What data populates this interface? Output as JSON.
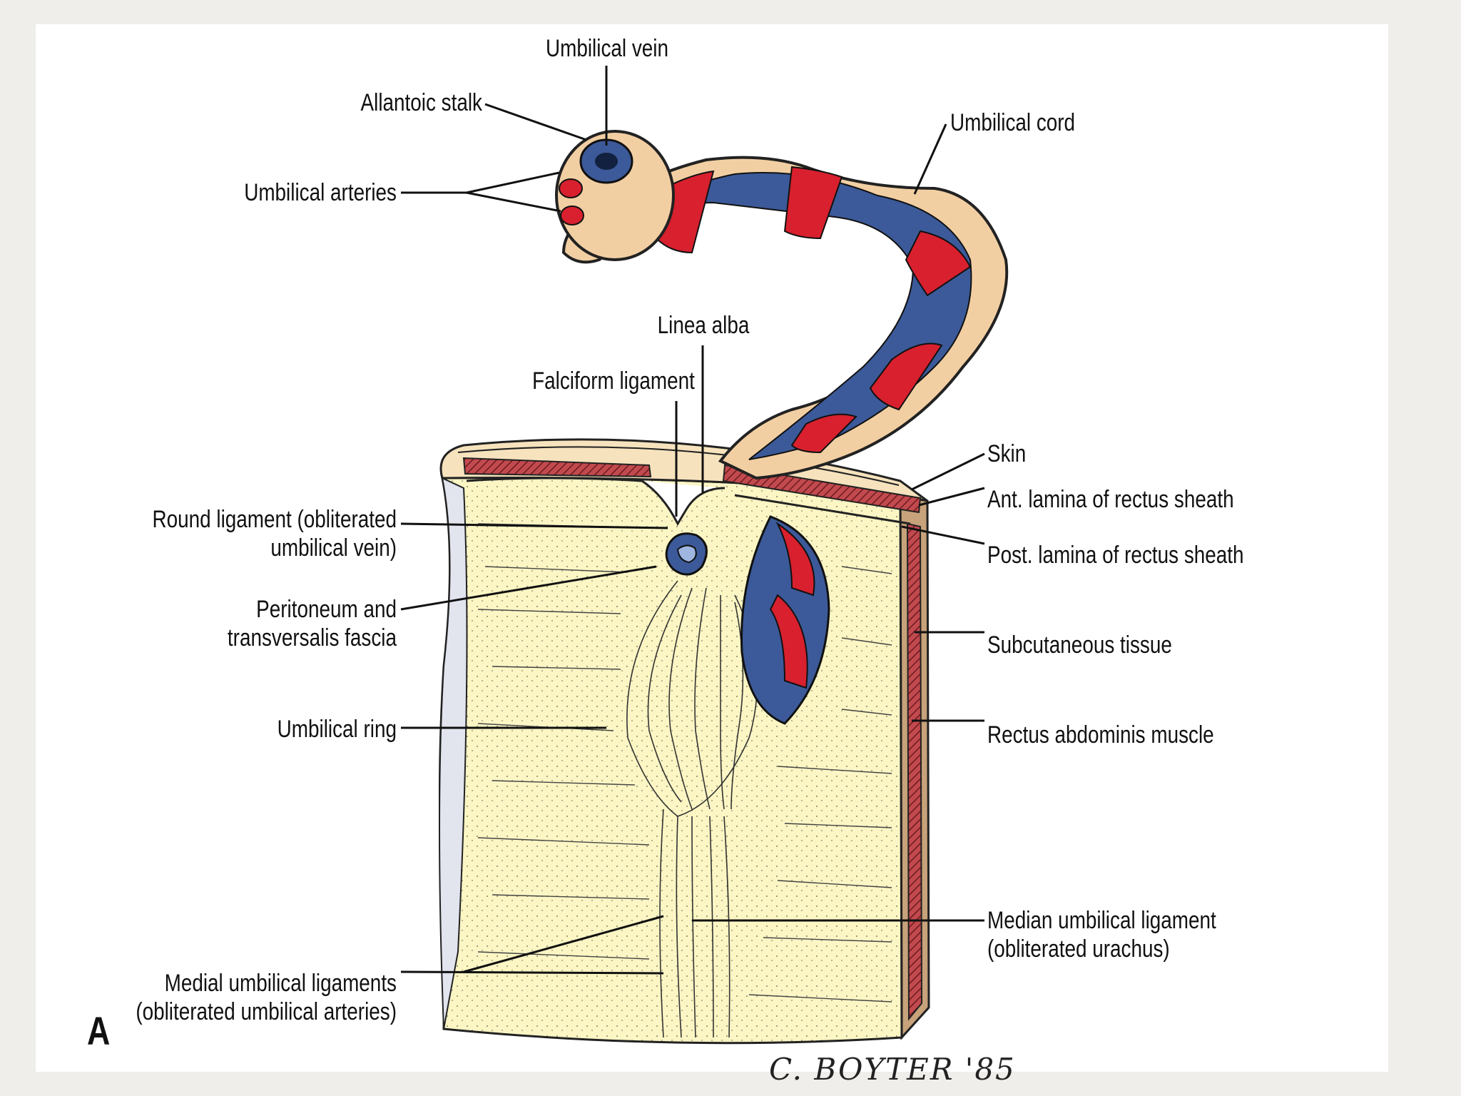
{
  "colors": {
    "artery_red": "#d8202e",
    "vein_blue": "#3c5a99",
    "wall_yellow": "#fbf6c4",
    "skin_tan": "#f2cfa3",
    "muscle_red": "#b9333a"
  },
  "panel_letter": "A",
  "signature": "C. BOYTER '85",
  "labels": {
    "umbilical_vein": "Umbilical vein",
    "allantoic_stalk": "Allantoic stalk",
    "umbilical_arteries": "Umbilical arteries",
    "umbilical_cord": "Umbilical cord",
    "linea_alba": "Linea alba",
    "falciform_ligament": "Falciform ligament",
    "skin": "Skin",
    "ant_lamina": "Ant. lamina of rectus sheath",
    "round_ligament_1": "Round ligament (obliterated",
    "round_ligament_2": "umbilical vein)",
    "post_lamina": "Post. lamina of rectus sheath",
    "peritoneum_1": "Peritoneum and",
    "peritoneum_2": "transversalis fascia",
    "subcutaneous": "Subcutaneous tissue",
    "umbilical_ring": "Umbilical ring",
    "rectus": "Rectus abdominis muscle",
    "median_lig_1": "Median umbilical ligament",
    "median_lig_2": "(obliterated urachus)",
    "medial_ligs_1": "Medial umbilical ligaments",
    "medial_ligs_2": "(obliterated umbilical arteries)"
  }
}
